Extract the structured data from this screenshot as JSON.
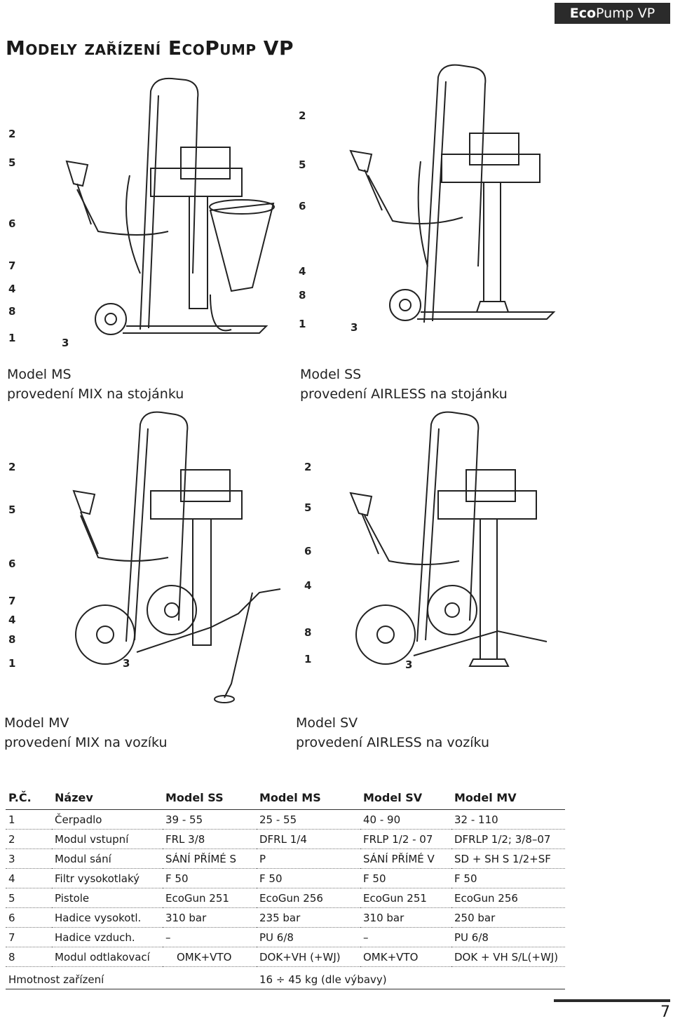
{
  "header": {
    "brand_bold": "Eco",
    "brand_rest": "Pump VP",
    "title": "Modely zařízení EcoPump VP"
  },
  "figures": [
    {
      "model": "Model MS",
      "variant": "provedení MIX na stojánku",
      "callouts": [
        "2",
        "5",
        "6",
        "7",
        "4",
        "8",
        "1",
        "3"
      ]
    },
    {
      "model": "Model SS",
      "variant": "provedení AIRLESS na stojánku",
      "callouts": [
        "2",
        "5",
        "6",
        "4",
        "8",
        "1",
        "3"
      ]
    },
    {
      "model": "Model MV",
      "variant": "provedení MIX na vozíku",
      "callouts": [
        "2",
        "5",
        "6",
        "7",
        "4",
        "8",
        "1",
        "3"
      ]
    },
    {
      "model": "Model SV",
      "variant": "provedení AIRLESS na vozíku",
      "callouts": [
        "2",
        "5",
        "6",
        "4",
        "8",
        "1",
        "3"
      ]
    }
  ],
  "table": {
    "headers": [
      "P.Č.",
      "Název",
      "Model SS",
      "Model MS",
      "Model SV",
      "Model MV"
    ],
    "rows": [
      [
        "1",
        "Čerpadlo",
        "39 - 55",
        "25 - 55",
        "40 - 90",
        "32 - 110"
      ],
      [
        "2",
        "Modul vstupní",
        "FRL 3/8",
        "DFRL 1/4",
        "FRLP 1/2 - 07",
        "DFRLP 1/2; 3/8–07"
      ],
      [
        "3",
        "Modul sání",
        "SÁNÍ PŘÍMÉ S",
        "P",
        "SÁNÍ PŘÍMÉ V",
        "SD + SH S 1/2+SF"
      ],
      [
        "4",
        "Filtr vysokotlaký",
        "F 50",
        "F 50",
        "F 50",
        "F 50"
      ],
      [
        "5",
        "Pistole",
        "EcoGun 251",
        "EcoGun 256",
        "EcoGun 251",
        "EcoGun 256"
      ],
      [
        "6",
        "Hadice vysokotl.",
        "310 bar",
        "235 bar",
        "310 bar",
        "250 bar"
      ],
      [
        "7",
        "Hadice vzduch.",
        "–",
        "PU 6/8",
        "–",
        "PU 6/8"
      ],
      [
        "8",
        "Modul odtlakovací",
        "OMK+VTO",
        "DOK+VH (+WJ)",
        "OMK+VTO",
        "DOK + VH S/L(+WJ)"
      ]
    ],
    "weight_label": "Hmotnost zařízení",
    "weight_value": "16 ÷ 45 kg (dle výbavy)"
  },
  "page_number": "7"
}
